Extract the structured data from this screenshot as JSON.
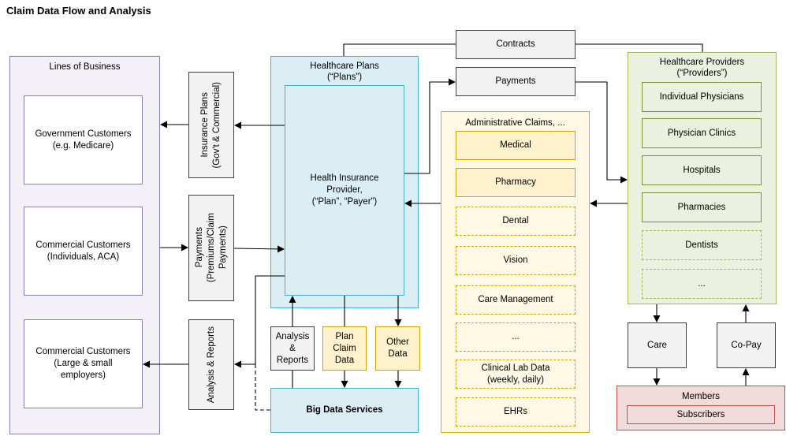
{
  "title": "Claim Data Flow and Analysis",
  "lines_of_business": {
    "label": "Lines of Business",
    "items": [
      "Government Customers\n(e.g. Medicare)",
      "Commercial Customers\n(Individuals, ACA)",
      "Commercial Customers\n(Large & small\nemployers)"
    ]
  },
  "middle_left": {
    "insurance_plans": "Insurance Plans\n(Gov't & Commercial)",
    "payments": "Payments\n(Premiums/Claim\nPayments)",
    "analysis": "Analysis & Reports"
  },
  "healthcare_plans": {
    "label": "Healthcare Plans\n(“Plans”)",
    "provider": "Health Insurance\nProvider,\n(“Plan”, “Payer”)"
  },
  "bottom_boxes": {
    "analysis": "Analysis\n&\nReports",
    "plan_claim": "Plan\nClaim\nData",
    "other": "Other\nData",
    "big_data": "Big Data Services"
  },
  "top_boxes": {
    "contracts": "Contracts",
    "payments": "Payments"
  },
  "admin_claims": {
    "label": "Administrative Claims, ...",
    "items": [
      "Medical",
      "Pharmacy",
      "Dental",
      "Vision",
      "Care Management",
      "...",
      "Clinical Lab Data\n(weekly, daily)",
      "EHRs"
    ]
  },
  "providers": {
    "label": "Healthcare Providers\n(“Providers”)",
    "items": [
      "Individual Physicians",
      "Physician Clinics",
      "Hospitals",
      "Pharmacies",
      "Dentists",
      "..."
    ]
  },
  "care": "Care",
  "copay": "Co-Pay",
  "members": {
    "label": "Members",
    "subscribers": "Subscribers"
  }
}
